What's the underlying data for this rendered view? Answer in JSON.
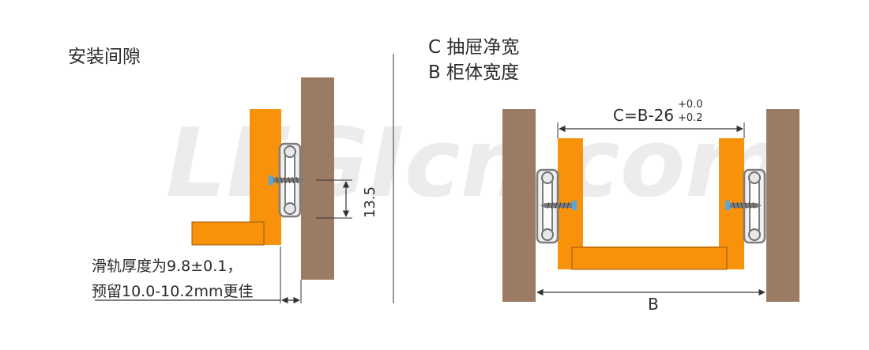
{
  "left": {
    "title": "安装间隙",
    "dim_height": "13.5",
    "note_line1": "滑轨厚度为9.8±0.1，",
    "note_line2": "预留10.0-10.2mm更佳"
  },
  "right": {
    "legend_c": "C  抽屉净宽",
    "legend_b": "B  柜体宽度",
    "formula": "C=B-26",
    "tol_plus": "+0.0",
    "tol_minus": "+0.2",
    "label_b": "B"
  },
  "watermark": "LEGIcn.com",
  "colors": {
    "wood": "#9b7b63",
    "drawer": "#f7920a",
    "rail": "#8d8d8d",
    "screw_head": "#5aa7d6",
    "dim_line": "#333333"
  }
}
